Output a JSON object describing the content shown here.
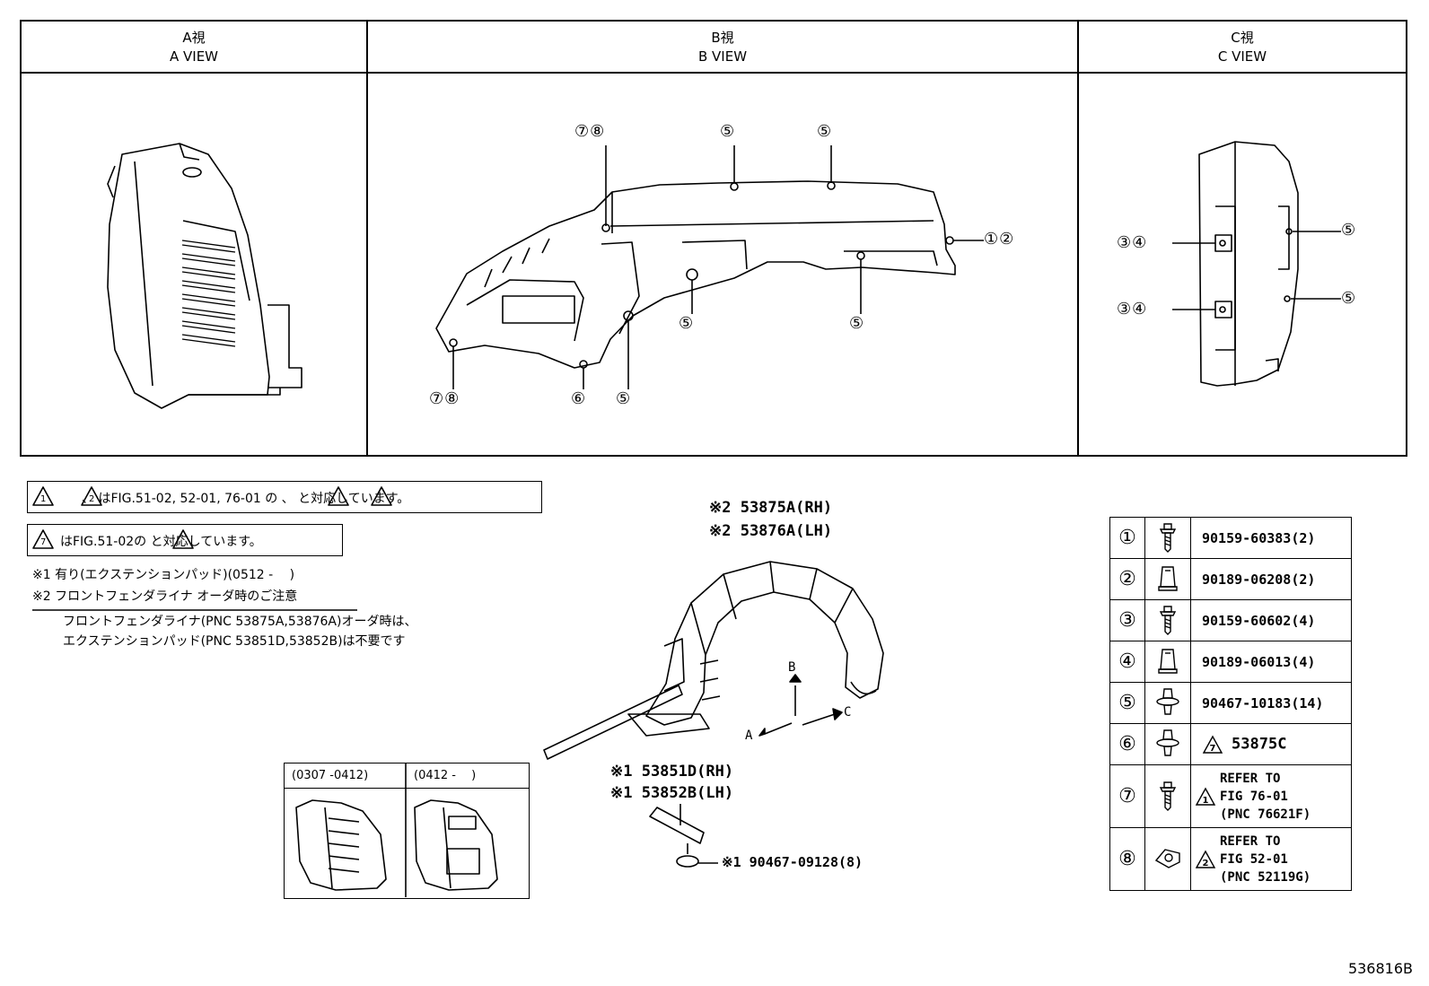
{
  "views": {
    "a": {
      "jp": "A視",
      "en": "A VIEW"
    },
    "b": {
      "jp": "B視",
      "en": "B VIEW"
    },
    "c": {
      "jp": "C視",
      "en": "C VIEW"
    }
  },
  "b_view_callouts": {
    "top_left": "⑦⑧",
    "top_mid": "⑤",
    "top_right": "⑤",
    "right": "①②",
    "mid_left": "⑤",
    "mid_right": "⑤",
    "bottom_left": "⑦⑧",
    "bottom_mid6": "⑥",
    "bottom_mid5": "⑤"
  },
  "c_view_callouts": {
    "left_top": "③④",
    "left_bottom": "③④",
    "right_top": "⑤",
    "right_bottom": "⑤"
  },
  "notes": {
    "note1": "、 はFIG.51-02, 52-01, 76-01 の 、 と対応しています。",
    "note2": "はFIG.51-02の と対応しています。",
    "line1": "※1 有り(エクステンションパッド)(0512 -　 )",
    "line2": "※2 フロントフェンダライナ オーダ時のご注意",
    "line3": "フロントフェンダライナ(PNC 53875A,53876A)オーダ時は、",
    "line4": "エクステンションパッド(PNC 53851D,53852B)は不要です",
    "tri1": "1",
    "tri2": "2",
    "tri7": "7"
  },
  "main_parts": {
    "liner_rh": "※2 53875A(RH)",
    "liner_lh": "※2 53876A(LH)",
    "pad_rh": "※1 53851D(RH)",
    "pad_lh": "※1 53852B(LH)",
    "clip": "※1 90467-09128(8)",
    "arrow_a": "A",
    "arrow_b": "B",
    "arrow_c": "C"
  },
  "inset": {
    "col1": "(0307 -0412)",
    "col2": "(0412 -　 )"
  },
  "legend": [
    {
      "num": "①",
      "icon": "bolt-icon",
      "part": "90159-60383(2)"
    },
    {
      "num": "②",
      "icon": "nut-icon",
      "part": "90189-06208(2)"
    },
    {
      "num": "③",
      "icon": "bolt-icon",
      "part": "90159-60602(4)"
    },
    {
      "num": "④",
      "icon": "nut-icon",
      "part": "90189-06013(4)"
    },
    {
      "num": "⑤",
      "icon": "clip-icon",
      "part": "90467-10183(14)"
    },
    {
      "num": "⑥",
      "icon": "clip-icon",
      "part": "53875C",
      "tri": "7"
    },
    {
      "num": "⑦",
      "icon": "bolt-icon",
      "ref1": "REFER TO",
      "ref2": "FIG 76-01",
      "ref3": "(PNC 76621F)",
      "tri": "1"
    },
    {
      "num": "⑧",
      "icon": "nut-clip-icon",
      "ref1": "REFER TO",
      "ref2": "FIG 52-01",
      "ref3": "(PNC 52119G)",
      "tri": "2"
    }
  ],
  "figure_id": "536816B"
}
